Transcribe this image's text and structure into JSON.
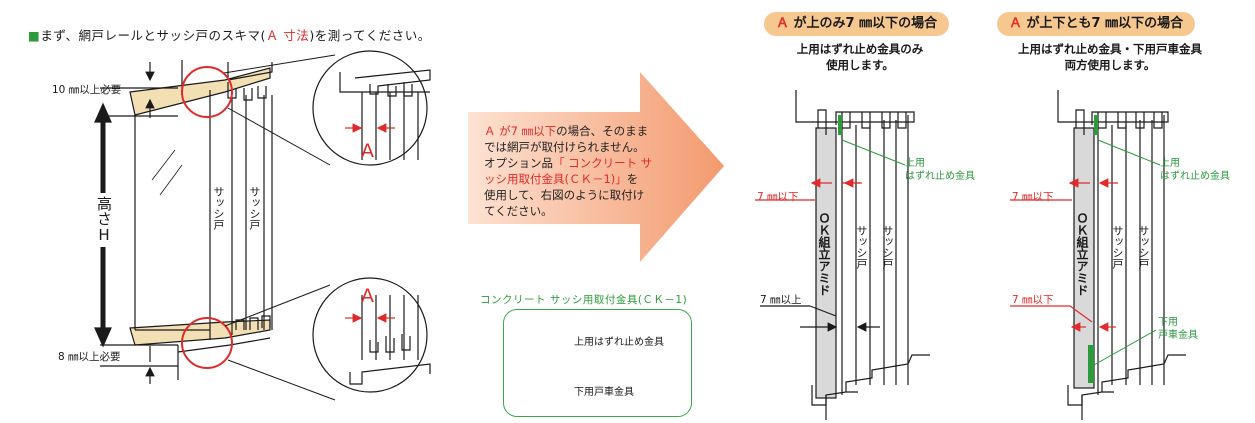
{
  "intro": {
    "marker": "■",
    "before": "まず、網戸レールとサッシ戸のスキマ(",
    "highlight": "Ａ 寸法",
    "after": ")を測ってください。"
  },
  "left_diagram": {
    "top_gap": "10 ㎜以上必要",
    "bottom_gap": "8 ㎜以上必要",
    "height_label": "高さH",
    "sash_label": "サッシ戸",
    "a_label": "A"
  },
  "arrow": {
    "line1_a": "Ａ が7 ㎜以下",
    "line1_b": "の場合、そのまま",
    "line2": "では網戸が取付けられません。",
    "line3_a": "オプション品",
    "line3_b": "「 コンクリート サ",
    "line4": "ッシ用取付金具(ＣＫ－1)」",
    "line4_b": "を",
    "line5": "使用して、右図のように取付け",
    "line6": "てください。"
  },
  "option": {
    "title": "コンクリート サッシ用取付金具(ＣＫ－1)",
    "item_upper": "上用はずれ止め金具",
    "item_lower": "下用戸車金具"
  },
  "case1": {
    "pill_a": "Ａ",
    "pill_text": " が上のみ7 ㎜以下の場合",
    "sub1": "上用はずれ止め金具のみ",
    "sub2": "使用します。",
    "screen_label": "ＯＫ組立アミド",
    "sash_label": "サッシ戸",
    "upper_callout_1": "上用",
    "upper_callout_2": "はずれ止め金具",
    "le7": "7 ㎜以下",
    "ge7": "7 ㎜以上"
  },
  "case2": {
    "pill_a": "Ａ",
    "pill_text": " が上下とも7 ㎜以下の場合",
    "sub1": "上用はずれ止め金具・下用戸車金具",
    "sub2": "両方使用します。",
    "screen_label": "ＯＫ組立アミド",
    "sash_label": "サッシ戸",
    "upper_callout_1": "上用",
    "upper_callout_2": "はずれ止め金具",
    "lower_callout_1": "下用",
    "lower_callout_2": "戸車金具",
    "le7_top": "7 ㎜以下",
    "le7_bottom": "7 ㎜以下"
  },
  "colors": {
    "accent_red": "#e22a2a",
    "accent_green": "#2e9a3e",
    "pill": "#f6c78e",
    "arrow": "#f5a27a",
    "frame_tan": "#f3dfb4"
  }
}
